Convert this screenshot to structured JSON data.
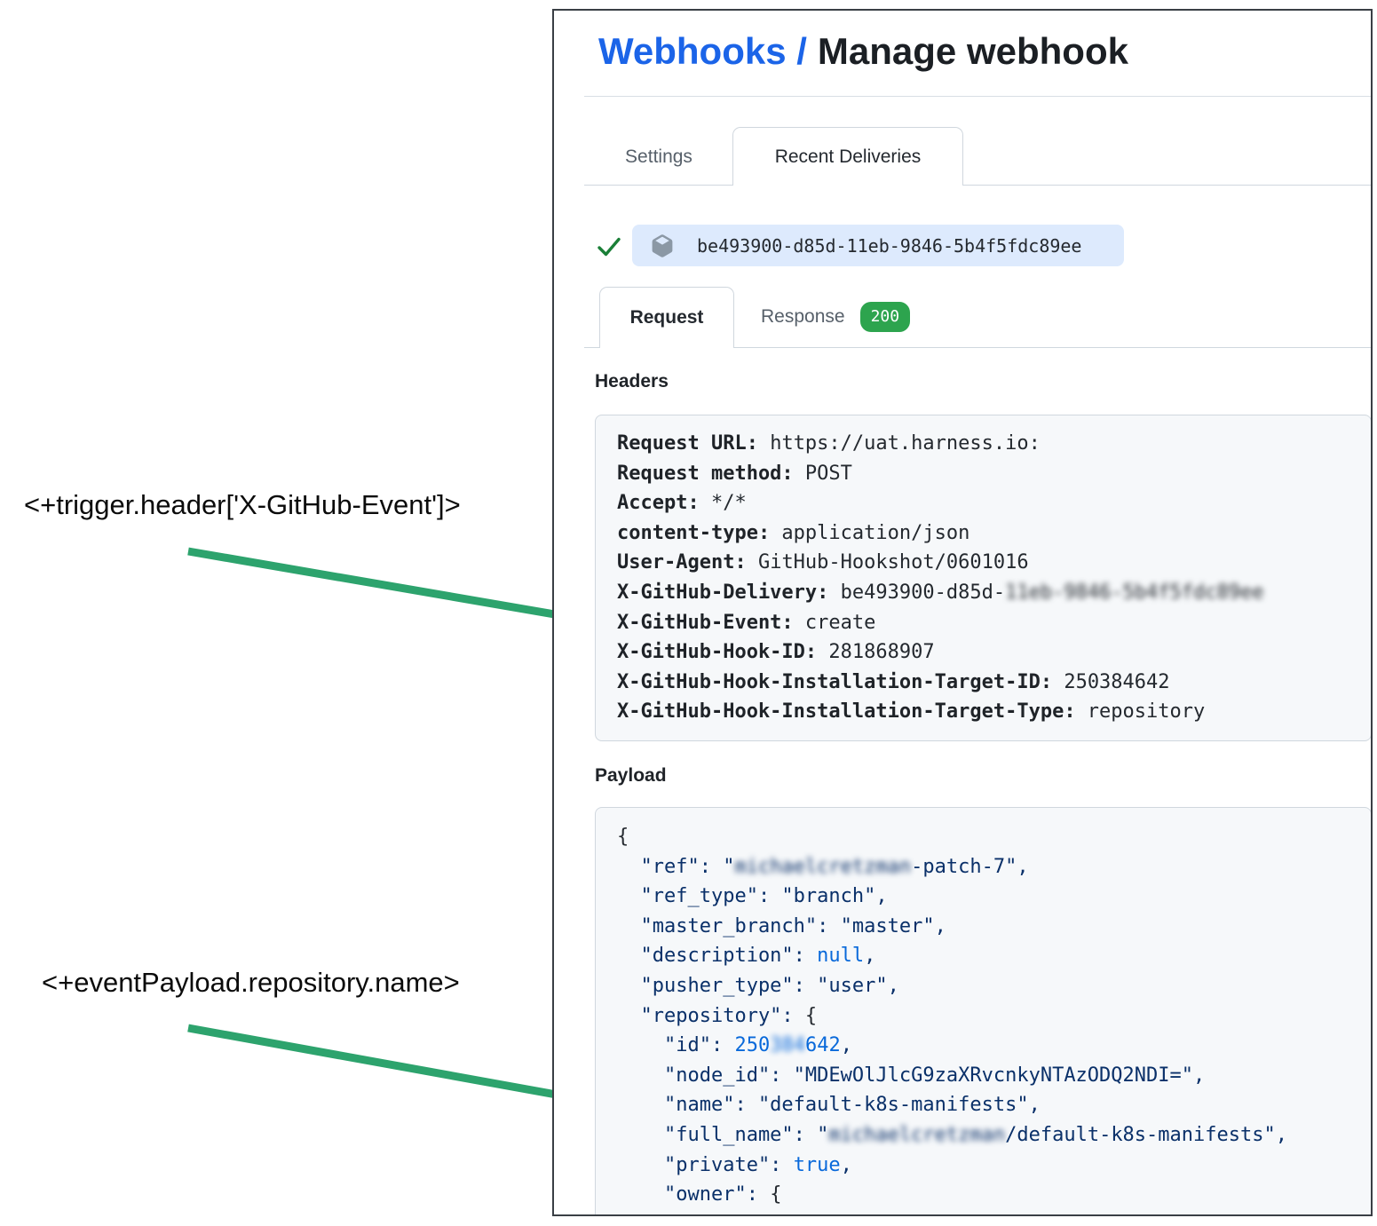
{
  "page": {
    "breadcrumb_link": "Webhooks /",
    "breadcrumb_current": "Manage webhook"
  },
  "tabs": {
    "settings": "Settings",
    "recent_deliveries": "Recent Deliveries"
  },
  "delivery": {
    "guid": "be493900-d85d-11eb-9846-5b4f5fdc89ee",
    "status": "success"
  },
  "subtabs": {
    "request": "Request",
    "response": "Response",
    "response_status_code": "200"
  },
  "headers_section": {
    "label": "Headers",
    "lines": [
      [
        [
          "Request URL:",
          "hl"
        ],
        [
          " https://uat.harness.io:",
          "hv"
        ]
      ],
      [
        [
          "Request method:",
          "hl"
        ],
        [
          " POST",
          "hv"
        ]
      ],
      [
        [
          "Accept:",
          "hl"
        ],
        [
          " */*",
          "hv"
        ]
      ],
      [
        [
          "content-type:",
          "hl"
        ],
        [
          " application/json",
          "hv"
        ]
      ],
      [
        [
          "User-Agent:",
          "hl"
        ],
        [
          " GitHub-Hookshot/0601016",
          "hv"
        ]
      ],
      [
        [
          "X-GitHub-Delivery:",
          "hl"
        ],
        [
          " be493900-d85d-",
          "hv"
        ],
        [
          "11eb-9846-5b4f5fdc89ee",
          "hv blur"
        ]
      ],
      [
        [
          "X-GitHub-Event:",
          "hl"
        ],
        [
          " create",
          "hv"
        ]
      ],
      [
        [
          "X-GitHub-Hook-ID:",
          "hl"
        ],
        [
          " 281868907",
          "hv"
        ]
      ],
      [
        [
          "X-GitHub-Hook-Installation-Target-ID:",
          "hl"
        ],
        [
          " 250384642",
          "hv"
        ]
      ],
      [
        [
          "X-GitHub-Hook-Installation-Target-Type:",
          "hl"
        ],
        [
          " repository",
          "hv"
        ]
      ]
    ]
  },
  "payload_section": {
    "label": "Payload",
    "lines": [
      [
        [
          "{",
          "pp"
        ]
      ],
      [
        [
          "  \"ref\": \"",
          "pk"
        ],
        [
          "michaelcretzman",
          "pk blur"
        ],
        [
          "-patch-7\",",
          "pk"
        ]
      ],
      [
        [
          "  \"ref_type\": \"branch\",",
          "pk"
        ]
      ],
      [
        [
          "  \"master_branch\": \"master\",",
          "pk"
        ]
      ],
      [
        [
          "  \"description\": ",
          "pk"
        ],
        [
          "null",
          "pv"
        ],
        [
          ",",
          "pk"
        ]
      ],
      [
        [
          "  \"pusher_type\": \"user\",",
          "pk"
        ]
      ],
      [
        [
          "  \"repository\": ",
          "pk"
        ],
        [
          "{",
          "pp"
        ]
      ],
      [
        [
          "    \"id\": ",
          "pk"
        ],
        [
          "250",
          "pv"
        ],
        [
          "384",
          "pv blur"
        ],
        [
          "642",
          "pv"
        ],
        [
          ",",
          "pk"
        ]
      ],
      [
        [
          "    \"node_id\": \"MDEwOlJlcG9zaXRvcnkyNTAzODQ2NDI=\",",
          "pk"
        ]
      ],
      [
        [
          "    \"name\": \"default-k8s-manifests\",",
          "pk"
        ]
      ],
      [
        [
          "    \"full_name\": \"",
          "pk"
        ],
        [
          "michaelcretzman",
          "pk blur"
        ],
        [
          "/default-k8s-manifests\",",
          "pk"
        ]
      ],
      [
        [
          "    \"private\": ",
          "pk"
        ],
        [
          "true",
          "pv"
        ],
        [
          ",",
          "pk"
        ]
      ],
      [
        [
          "    \"owner\": ",
          "pk"
        ],
        [
          "{",
          "pp"
        ]
      ]
    ]
  },
  "annotations": [
    {
      "text": "<+trigger.header['X-GitHub-Event']>"
    },
    {
      "text": "<+eventPayload.repository.name>"
    }
  ],
  "colors": {
    "link_blue": "#1b64e8",
    "badge_green": "#2da44e",
    "check_green": "#1a7f37",
    "arrow_green": "#2da36d",
    "pill_blue": "#ddeafd",
    "json_key_navy": "#0a3069",
    "json_literal_blue": "#0969da",
    "box_gray": "#f6f8fa"
  }
}
